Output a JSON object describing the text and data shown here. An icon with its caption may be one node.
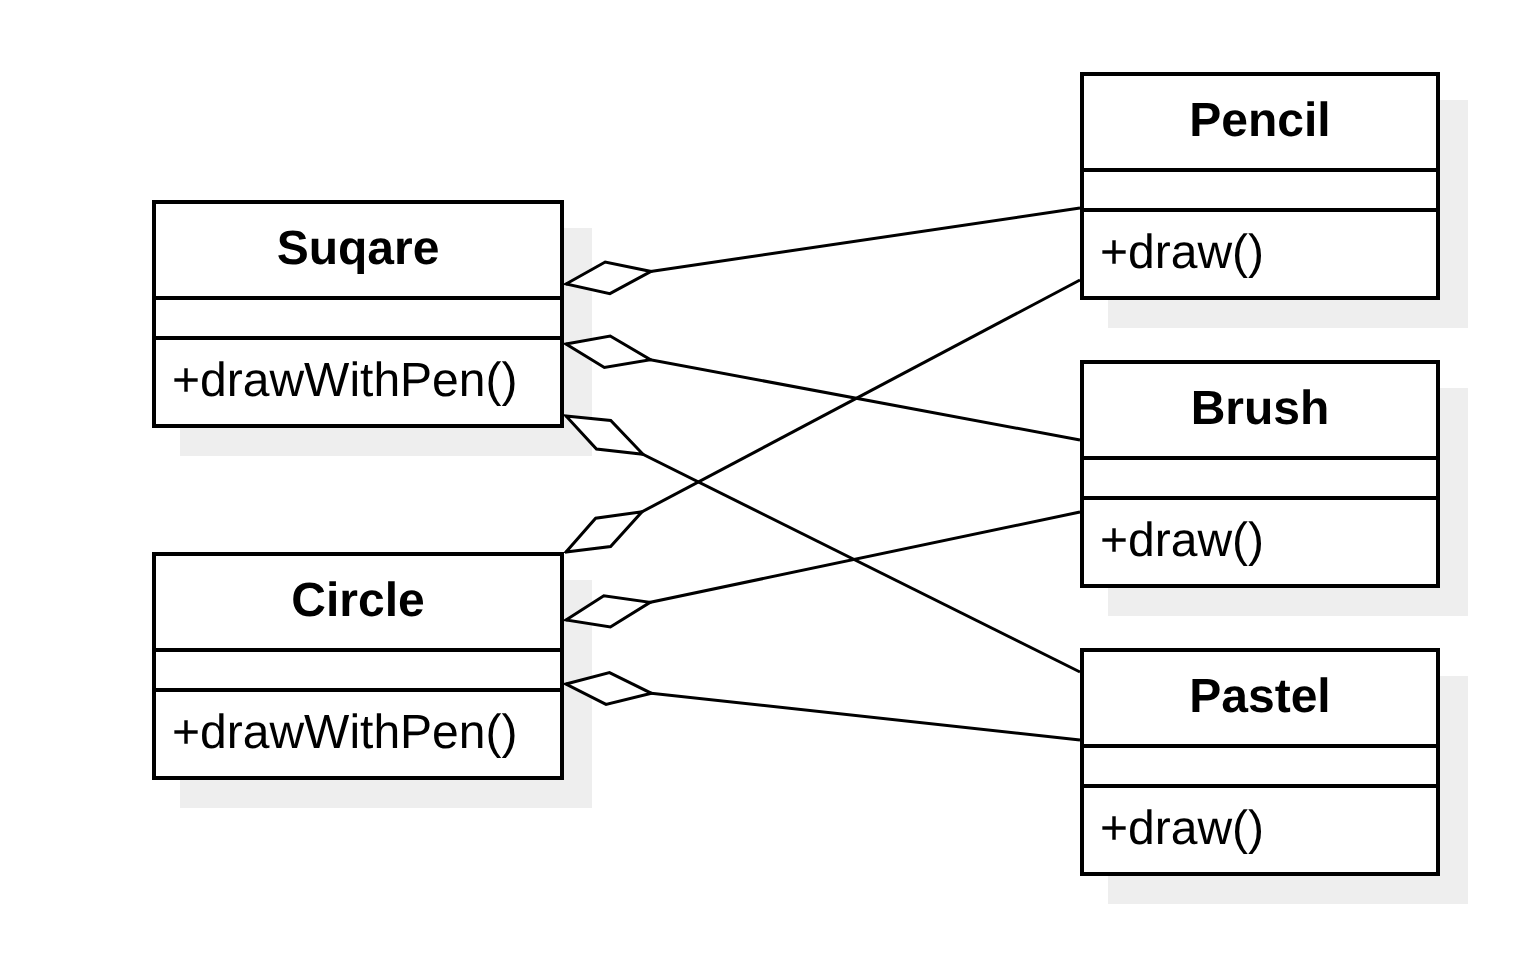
{
  "diagram": {
    "nodes": [
      {
        "text": [
          "Suqare",
          "+drawWithPen()"
        ]
      },
      {
        "text": [
          "Circle",
          "+drawWithPen()"
        ]
      },
      {
        "text": [
          "Pencil",
          "+draw()"
        ]
      },
      {
        "text": [
          "Brush",
          "+draw()"
        ]
      },
      {
        "text": [
          "Pastel",
          "+draw()"
        ]
      }
    ],
    "edges": [
      {
        "from": 0,
        "to": 2,
        "arrow": "other"
      },
      {
        "from": 0,
        "to": 3,
        "arrow": "other"
      },
      {
        "from": 0,
        "to": 4,
        "arrow": "other"
      },
      {
        "from": 1,
        "to": 2,
        "arrow": "other"
      },
      {
        "from": 1,
        "to": 3,
        "arrow": "other"
      },
      {
        "from": 1,
        "to": 4,
        "arrow": "other"
      }
    ]
  }
}
